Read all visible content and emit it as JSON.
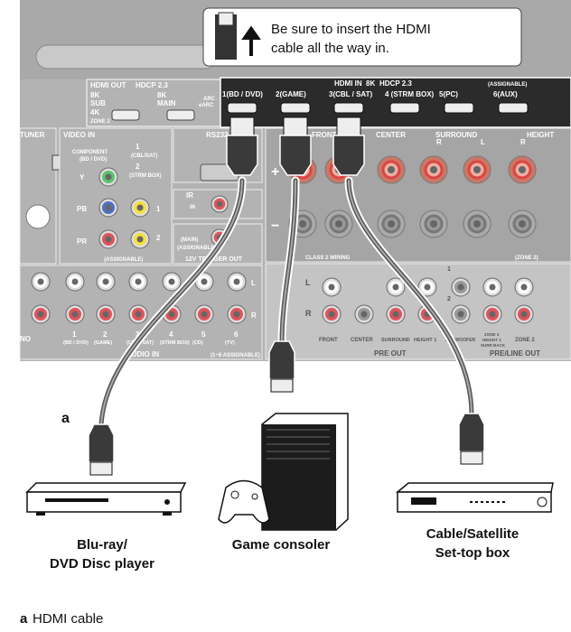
{
  "callout": {
    "text_line1": "Be sure to insert the HDMI",
    "text_line2": "cable all the way in.",
    "icon": "hdmi-plug-insert-arrow-icon"
  },
  "panel": {
    "hdmi_out": {
      "label": "HDMI OUT",
      "badge": "HDCP 2.3",
      "sub": {
        "badge": "8K",
        "label": "SUB",
        "zone_badge": "4K",
        "zone_label": "ZONE 2"
      },
      "main": {
        "badge": "8K",
        "label": "MAIN",
        "arc": "ARC",
        "earc": "eARC"
      }
    },
    "hdmi_in": {
      "label": "HDMI IN",
      "badge_8k": "8K",
      "badge_hdcp": "HDCP 2.3",
      "assignable": "(ASSIGNABLE)",
      "ports": [
        "1(BD / DVD)",
        "2(GAME)",
        "3(CBL / SAT)",
        "4 (STRM BOX)",
        "5(PC)",
        "6(AUX)"
      ]
    },
    "tuner": "TUNER",
    "video_in": {
      "label": "VIDEO IN",
      "component": "COMPONENT",
      "component_sub": "(BD / DVD)",
      "y": "Y",
      "pb": "PB",
      "pr": "PR",
      "composite_1": "1",
      "composite_1_sub": "(CBL/SAT)",
      "composite_2": "2",
      "composite_2_sub": "(STRM BOX)",
      "num1": "1",
      "num2": "2",
      "assignable": "(ASSIGNABLE)"
    },
    "rs232": "RS232",
    "ir": {
      "label": "IR",
      "in": "IN"
    },
    "trigger": {
      "main": "(MAIN)",
      "assignable": "(ASSIGNABLE)",
      "label": "12V TRIGGER OUT"
    },
    "speakers": {
      "front": "FRONT",
      "center": "CENTER",
      "surround": "SURROUND",
      "height": "HEIGHT",
      "r": "R",
      "l": "L",
      "plus": "+",
      "minus": "−",
      "class2": "CLASS 2 WIRING",
      "zone2": "(ZONE 2)"
    },
    "audio_in": {
      "label": "AUDIO IN",
      "assignable": "(1~6 ASSIGNABLE)",
      "mono": "NO",
      "l": "L",
      "r": "R",
      "inputs": [
        {
          "num": "6",
          "name": "(TV)"
        },
        {
          "num": "5",
          "name": "(CD)"
        },
        {
          "num": "4",
          "name": "(STRM BOX)"
        },
        {
          "num": "3",
          "name": "(CBL / SAT)"
        },
        {
          "num": "2",
          "name": "(GAME)"
        },
        {
          "num": "1",
          "name": "(BD / DVD)"
        }
      ]
    },
    "pre_out": {
      "label": "PRE OUT",
      "l": "L",
      "r": "R",
      "cols": [
        "FRONT",
        "CENTER",
        "SURROUND",
        "HEIGHT 1",
        "SUBWOOFER"
      ],
      "sw1": "1",
      "sw2": "2"
    },
    "pre_line_out": {
      "label": "PRE/LINE OUT",
      "zone3": "ZONE 3",
      "height2": "HEIGHT 2",
      "surr_back": "SURR BACK",
      "zone2": "ZONE 2"
    }
  },
  "cable_label": "a",
  "devices": {
    "bluray": {
      "line1": "Blu-ray/",
      "line2": "DVD Disc player"
    },
    "game": {
      "label": "Game consoler"
    },
    "settop": {
      "line1": "Cable/Satellite",
      "line2": "Set-top box"
    }
  },
  "legend": {
    "key": "a",
    "text": "HDMI cable"
  },
  "colors": {
    "panel": "#b3b3b3",
    "panel_dark": "#2b2b2b",
    "jack_red": "#e0545a",
    "jack_white": "#ffffff",
    "jack_green": "#5cc46a",
    "jack_blue": "#4f6fc4",
    "jack_yellow": "#f4e23a"
  }
}
